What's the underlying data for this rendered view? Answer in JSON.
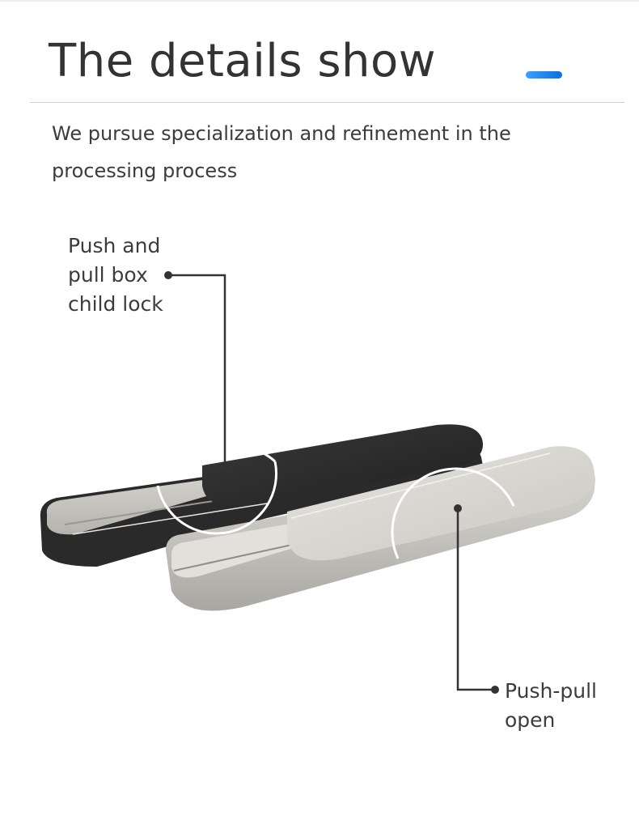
{
  "header": {
    "title": "The details show",
    "subtitle": "We pursue specialization and refinement in the processing process",
    "accent_color": "#1a86f0"
  },
  "callouts": [
    {
      "label": "Push and\npull box\nchild lock"
    },
    {
      "label": "Push-pull\nopen"
    }
  ],
  "colors": {
    "text": "#333333",
    "divider": "#cfcfcf",
    "leader_line": "#333333",
    "box_black": "#2b2b2b",
    "box_silver": "#c8c6c0"
  }
}
